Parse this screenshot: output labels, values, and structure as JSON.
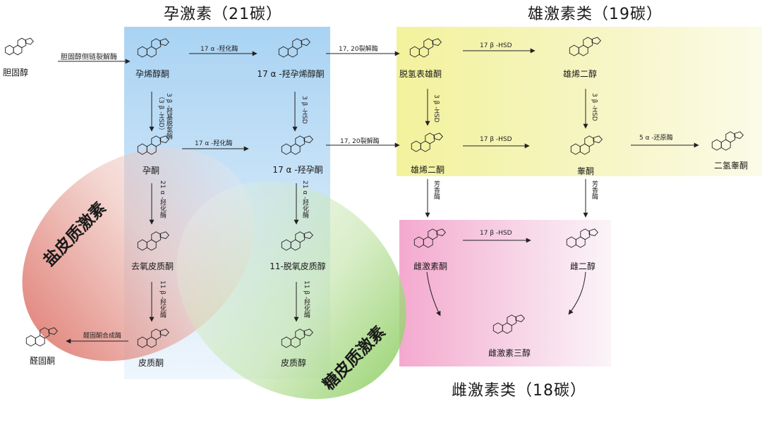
{
  "titles": {
    "progestogens": "孕激素（21碳）",
    "androgens": "雄激素类（19碳）",
    "estrogens": "雌激素类（18碳）"
  },
  "ellipse_labels": {
    "mineralocorticoids": "盐皮质激素",
    "glucocorticoids": "糖皮质激素"
  },
  "compounds": {
    "cholesterol": "胆固醇",
    "pregnenolone": "孕烯醇酮",
    "oh17_pregnenolone": "17 α -羟孕烯醇酮",
    "dhea": "脱氢表雄酮",
    "androstenediol": "雄烯二醇",
    "progesterone": "孕酮",
    "oh17_progesterone": "17 α -羟孕酮",
    "androstenedione": "雄烯二酮",
    "testosterone": "睾酮",
    "dht": "二氢睾酮",
    "deoxycorticosterone": "去氧皮质酮",
    "deoxycortisol": "11-脱氧皮质醇",
    "estrone": "雌激素酮",
    "estradiol": "雌二醇",
    "corticosterone": "皮质酮",
    "cortisol": "皮质醇",
    "aldosterone": "醛固酮",
    "estriol": "雌激素三醇"
  },
  "enzymes": {
    "side_chain_cleavage": "胆固醇侧链裂解酶",
    "hydroxylase_17a": "17 α -羟化酶",
    "lyase_17_20": "17, 20裂解酶",
    "hsd_17b": "17 β -HSD",
    "hsd_3b": "3 β -HSD",
    "hsd_3b_full": "3 β -羟基脱氢酶（3 β -HSD）",
    "reductase_5a": "5 α -还原酶",
    "aromatase": "芳香酶",
    "hydroxylase_21a": "21 α -羟化酶",
    "hydroxylase_11b": "11 β -羟化酶",
    "aldosterone_synthase": "醛固酮合成酶"
  },
  "colors": {
    "progestogen_fill": "#a9d3f3",
    "androgen_fill": "#f3f29c",
    "estrogen_fill": "#f4a9cf",
    "mineralocorticoid_fill": "#de786e",
    "glucocorticoid_fill": "#96d26e"
  },
  "icons": {
    "molecule": "steroid-structure-icon",
    "arrow": "reaction-arrow-icon"
  }
}
